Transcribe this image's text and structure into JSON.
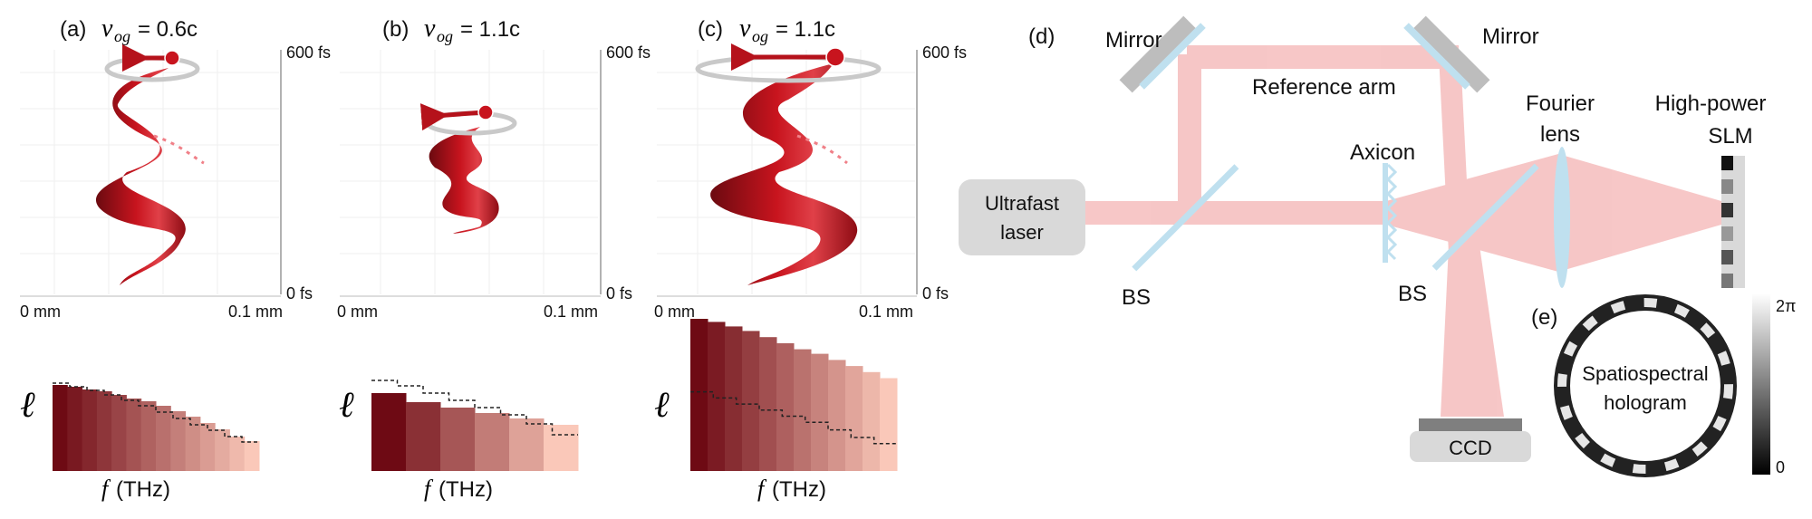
{
  "panels": [
    {
      "label": "(a)",
      "v_symbol": "v",
      "v_subscript": "og",
      "v_value": "= 0.6c",
      "axis": {
        "t_top": "600 fs",
        "t_bottom": "0 fs",
        "x_left": "0 mm",
        "x_right": "0.1 mm"
      },
      "bars_axis": {
        "y_symbol": "ℓ",
        "x_symbol": "f",
        "x_unit": "(THz)"
      },
      "bars": [
        0.95,
        0.93,
        0.9,
        0.88,
        0.84,
        0.8,
        0.77,
        0.72,
        0.66,
        0.6,
        0.53,
        0.46,
        0.38,
        0.33
      ],
      "dashed": [
        0.97,
        0.93,
        0.89,
        0.84,
        0.78,
        0.72,
        0.65,
        0.58,
        0.51,
        0.45,
        0.38,
        0.32
      ]
    },
    {
      "label": "(b)",
      "v_symbol": "v",
      "v_subscript": "og",
      "v_value": "= 1.1c",
      "axis": {
        "t_top": "600 fs",
        "t_bottom": "0 fs",
        "x_left": "0 mm",
        "x_right": "0.1 mm"
      },
      "bars_axis": {
        "y_symbol": "ℓ",
        "x_symbol": "f",
        "x_unit": "(THz)"
      },
      "bars": [
        0.86,
        0.76,
        0.7,
        0.64,
        0.58,
        0.51
      ],
      "dashed": [
        1.0,
        0.94,
        0.86,
        0.78,
        0.7,
        0.62,
        0.52,
        0.4
      ]
    },
    {
      "label": "(c)",
      "v_symbol": "v",
      "v_subscript": "og",
      "v_value": "= 1.1c",
      "axis": {
        "t_top": "600 fs",
        "t_bottom": "0 fs",
        "x_left": "0 mm",
        "x_right": "0.1 mm"
      },
      "bars_axis": {
        "y_symbol": "ℓ",
        "x_symbol": "f",
        "x_unit": "(THz)"
      },
      "bars": [
        1.0,
        0.98,
        0.95,
        0.92,
        0.88,
        0.84,
        0.8,
        0.77,
        0.73,
        0.69,
        0.65,
        0.61
      ],
      "dashed": [
        0.52,
        0.48,
        0.44,
        0.4,
        0.36,
        0.32,
        0.27,
        0.22,
        0.18
      ]
    }
  ],
  "setup": {
    "label": "(d)",
    "mirror_left": "Mirror",
    "mirror_right": "Mirror",
    "reference_arm": "Reference arm",
    "laser_line1": "Ultrafast",
    "laser_line2": "laser",
    "bs_left": "BS",
    "bs_right": "BS",
    "axicon": "Axicon",
    "fourier_line1": "Fourier",
    "fourier_line2": "lens",
    "slm_line1": "High-power",
    "slm_line2": "SLM",
    "ccd": "CCD"
  },
  "hologram": {
    "label": "(e)",
    "line1": "Spatiospectral",
    "line2": "hologram",
    "scale_top": "2π",
    "scale_bottom": "0"
  },
  "colors": {
    "helix": "#b5121b",
    "beam": "#f4b4b4",
    "optic": "#bfe0ef",
    "mirror_frame": "#bdbdbd",
    "box": "#d9d9d9"
  }
}
